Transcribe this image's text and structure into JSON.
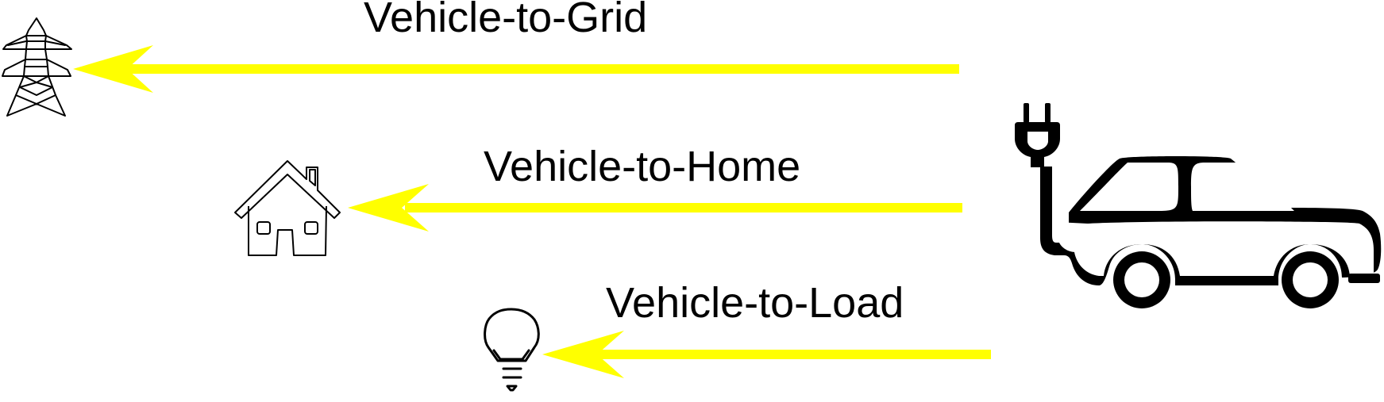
{
  "diagram": {
    "colors": {
      "arrow": "#ffff00",
      "icon_stroke": "#000000",
      "background": "#ffffff",
      "text": "#000000"
    },
    "source": {
      "name": "Vehicle",
      "icons": [
        "plug-icon",
        "car-icon"
      ]
    },
    "flows": [
      {
        "id": "v2g",
        "label": "Vehicle-to-Grid",
        "target_icon": "power-pylon-icon"
      },
      {
        "id": "v2h",
        "label": "Vehicle-to-Home",
        "target_icon": "house-icon"
      },
      {
        "id": "v2l",
        "label": "Vehicle-to-Load",
        "target_icon": "light-bulb-icon"
      }
    ]
  }
}
